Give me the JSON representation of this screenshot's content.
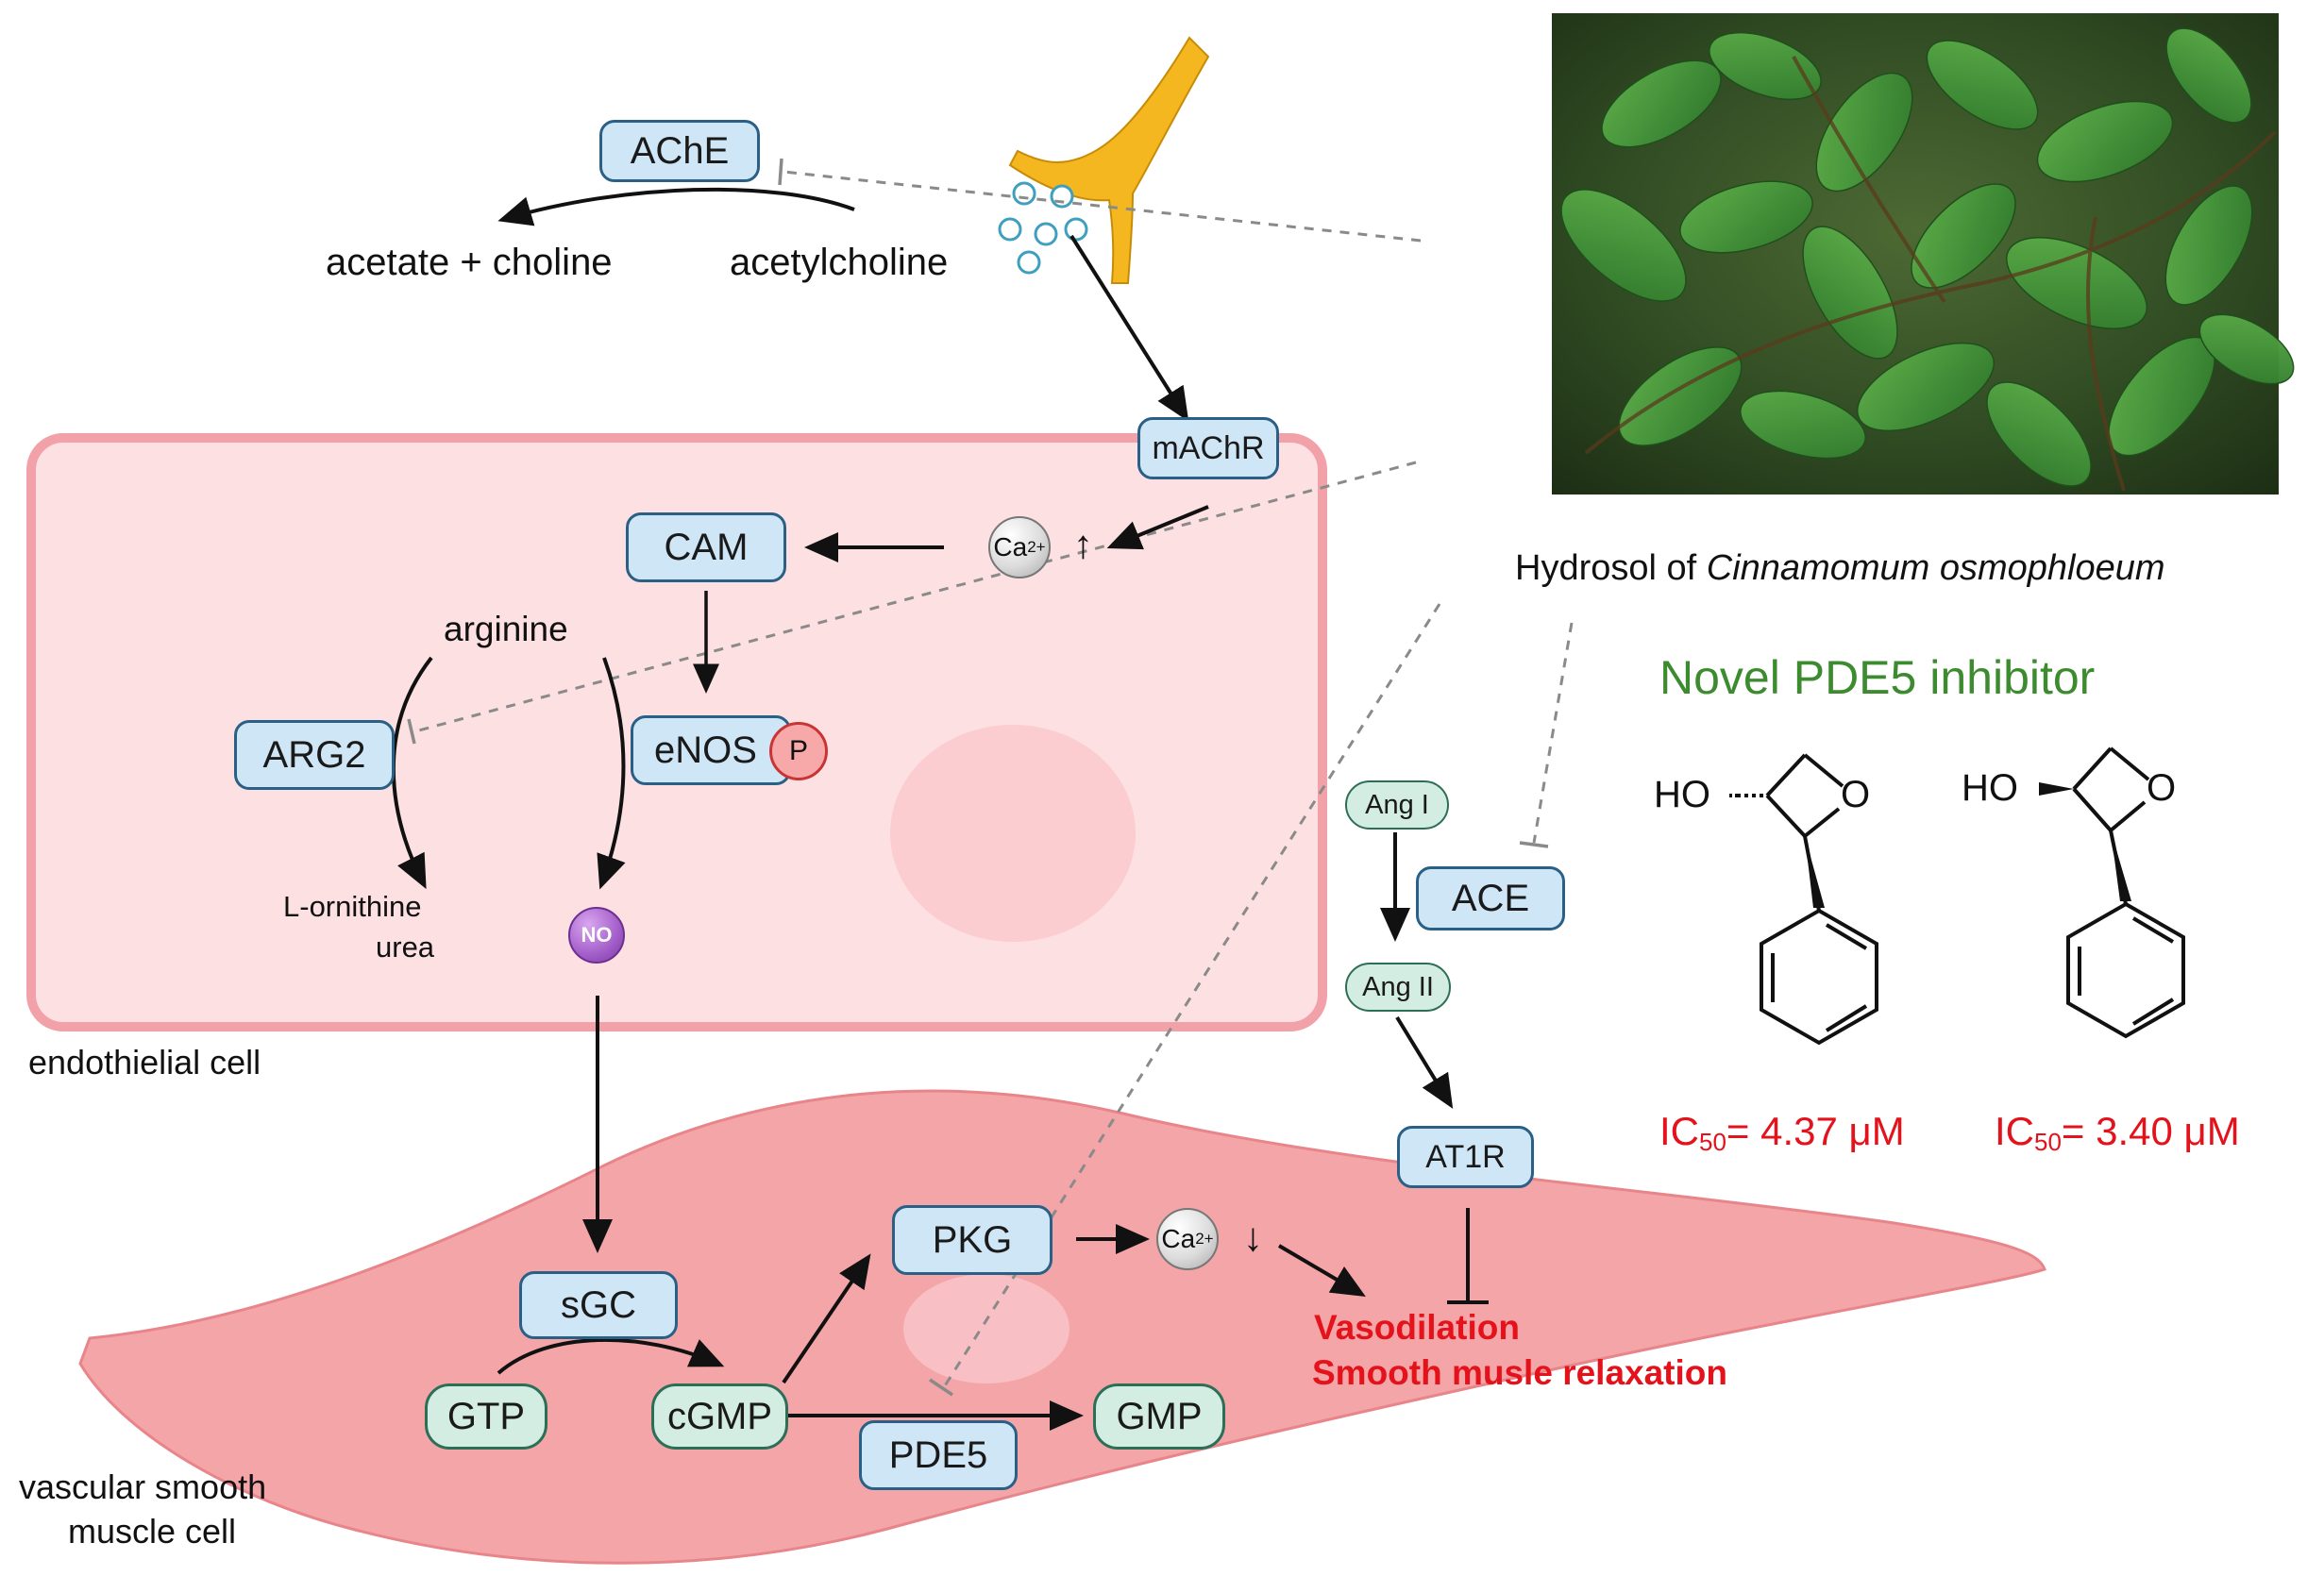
{
  "nodes": {
    "ache": "AChE",
    "machr": "mAChR",
    "cam": "CAM",
    "arg2": "ARG2",
    "enos": "eNOS",
    "phospho": "P",
    "ang1": "Ang I",
    "ace": "ACE",
    "ang2": "Ang II",
    "at1r": "AT1R",
    "pkg": "PKG",
    "sgc": "sGC",
    "gtp": "GTP",
    "cgmp": "cGMP",
    "pde5": "PDE5",
    "gmp": "GMP",
    "no": "NO"
  },
  "ions": {
    "ca_symbol": "Ca",
    "ca_charge": "2+",
    "up_arrow": "↑",
    "down_arrow": "↓"
  },
  "labels": {
    "acetate_choline": "acetate + choline",
    "acetylcholine": "acetylcholine",
    "arginine": "arginine",
    "l_ornithine": "L-ornithine",
    "urea": "urea",
    "endothelial_cell": "endothielial cell",
    "vsmc_line1": "vascular smooth",
    "vsmc_line2": "muscle cell",
    "vasodilation": "Vasodilation",
    "relaxation": "Smooth musle relaxation",
    "hydrosol_prefix": "Hydrosol of ",
    "hydrosol_species": "Cinnamomum osmophloeum",
    "novel_inhibitor": "Novel PDE5 inhibitor",
    "ho_left": "HO",
    "ho_right": "HO",
    "o_left": "O",
    "o_right": "O",
    "ic50_left_prefix": "IC",
    "ic50_left_sub": "50",
    "ic50_left_value": "= 4.37 μM",
    "ic50_right_prefix": "IC",
    "ic50_right_sub": "50",
    "ic50_right_value": "= 3.40 μM"
  },
  "colors": {
    "endothelial_fill": "#fde0e2",
    "endothelial_border": "#f2a1a8",
    "smooth_muscle_fill": "#f4a5a8",
    "blue_node": "#cfe6f7",
    "green_node": "#d3ede3",
    "accent_red": "#e3121b",
    "accent_green": "#3d8b2f",
    "neuron": "#f5b71f"
  },
  "icons": {
    "neuron": "nerve-terminal-icon",
    "vesicles": "vesicle-icon",
    "nucleus": "nucleus-icon",
    "photo": "cinnamon-leaves-photo"
  }
}
